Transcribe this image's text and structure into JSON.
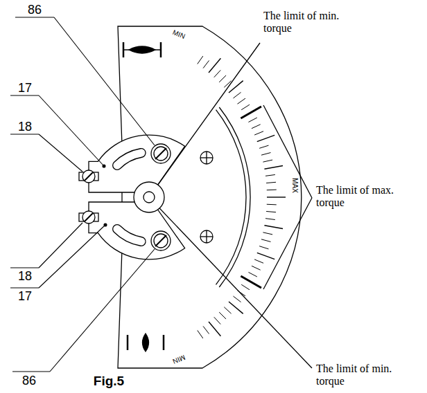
{
  "diagram": {
    "caption": "Fig.5",
    "labels": [
      "86",
      "17",
      "18",
      "The limit of min. torque",
      "MIN",
      "The limit of max. torque",
      "MAX",
      "18",
      "17",
      "86",
      "The limit of min. torque",
      "MIN"
    ]
  }
}
